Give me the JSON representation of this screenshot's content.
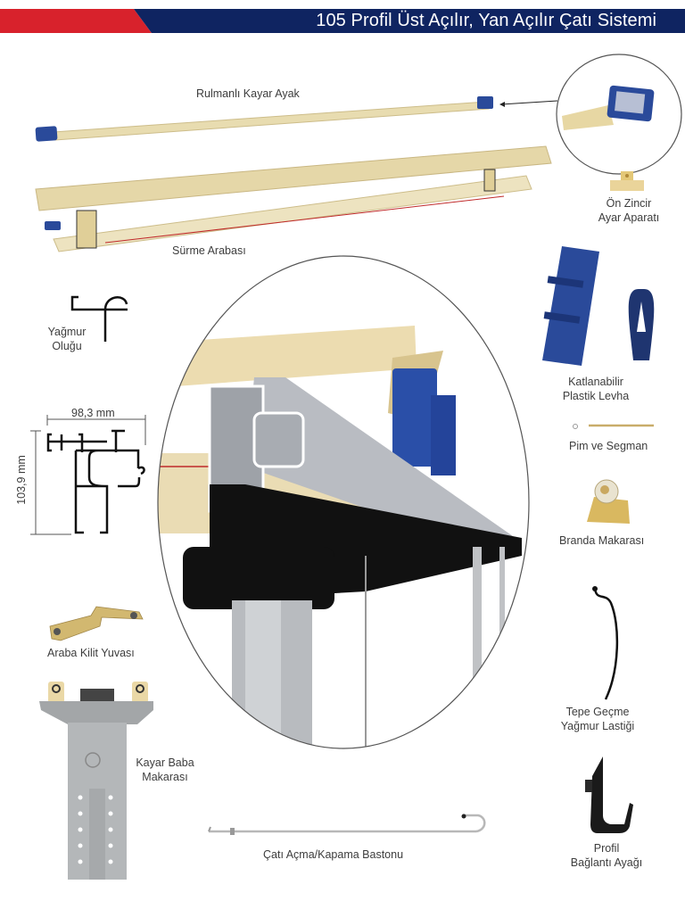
{
  "header": {
    "title": "105 Profil Üst Açılır, Yan Açılır Çatı Sistemi",
    "colors": {
      "red": "#d8222c",
      "navy": "#0f2461"
    }
  },
  "parts": [
    {
      "id": "rulmanli-kayar-ayak",
      "label": "Rulmanlı Kayar Ayak"
    },
    {
      "id": "surme-arabasi",
      "label": "Sürme Arabası"
    },
    {
      "id": "on-zincir-ayar-aparati",
      "label_lines": [
        "Ön Zincir",
        "Ayar Aparatı"
      ]
    },
    {
      "id": "katlanabilir-plastik-levha",
      "label_lines": [
        "Katlanabilir",
        "Plastik Levha"
      ]
    },
    {
      "id": "pim-ve-segman",
      "label": "Pim ve Segman"
    },
    {
      "id": "branda-makarasi",
      "label": "Branda Makarası"
    },
    {
      "id": "tepe-gecme-yagmur-lastigi",
      "label_lines": [
        "Tepe Geçme",
        "Yağmur Lastiği"
      ]
    },
    {
      "id": "profil-baglanti-ayagi",
      "label_lines": [
        "Profil",
        "Bağlantı Ayağı"
      ]
    },
    {
      "id": "yagmur-olugu",
      "label_lines": [
        "Yağmur",
        "Oluğu"
      ]
    },
    {
      "id": "araba-kilit-yuvasi",
      "label": "Araba Kilit Yuvası"
    },
    {
      "id": "kayar-baba-makarasi",
      "label_lines": [
        "Kayar Baba",
        "Makarası"
      ]
    },
    {
      "id": "cati-acma-kapama-bastonu",
      "label": "Çatı Açma/Kapama Bastonu"
    }
  ],
  "profile_dimensions": {
    "width": "98,3 mm",
    "height": "103,9 mm"
  }
}
